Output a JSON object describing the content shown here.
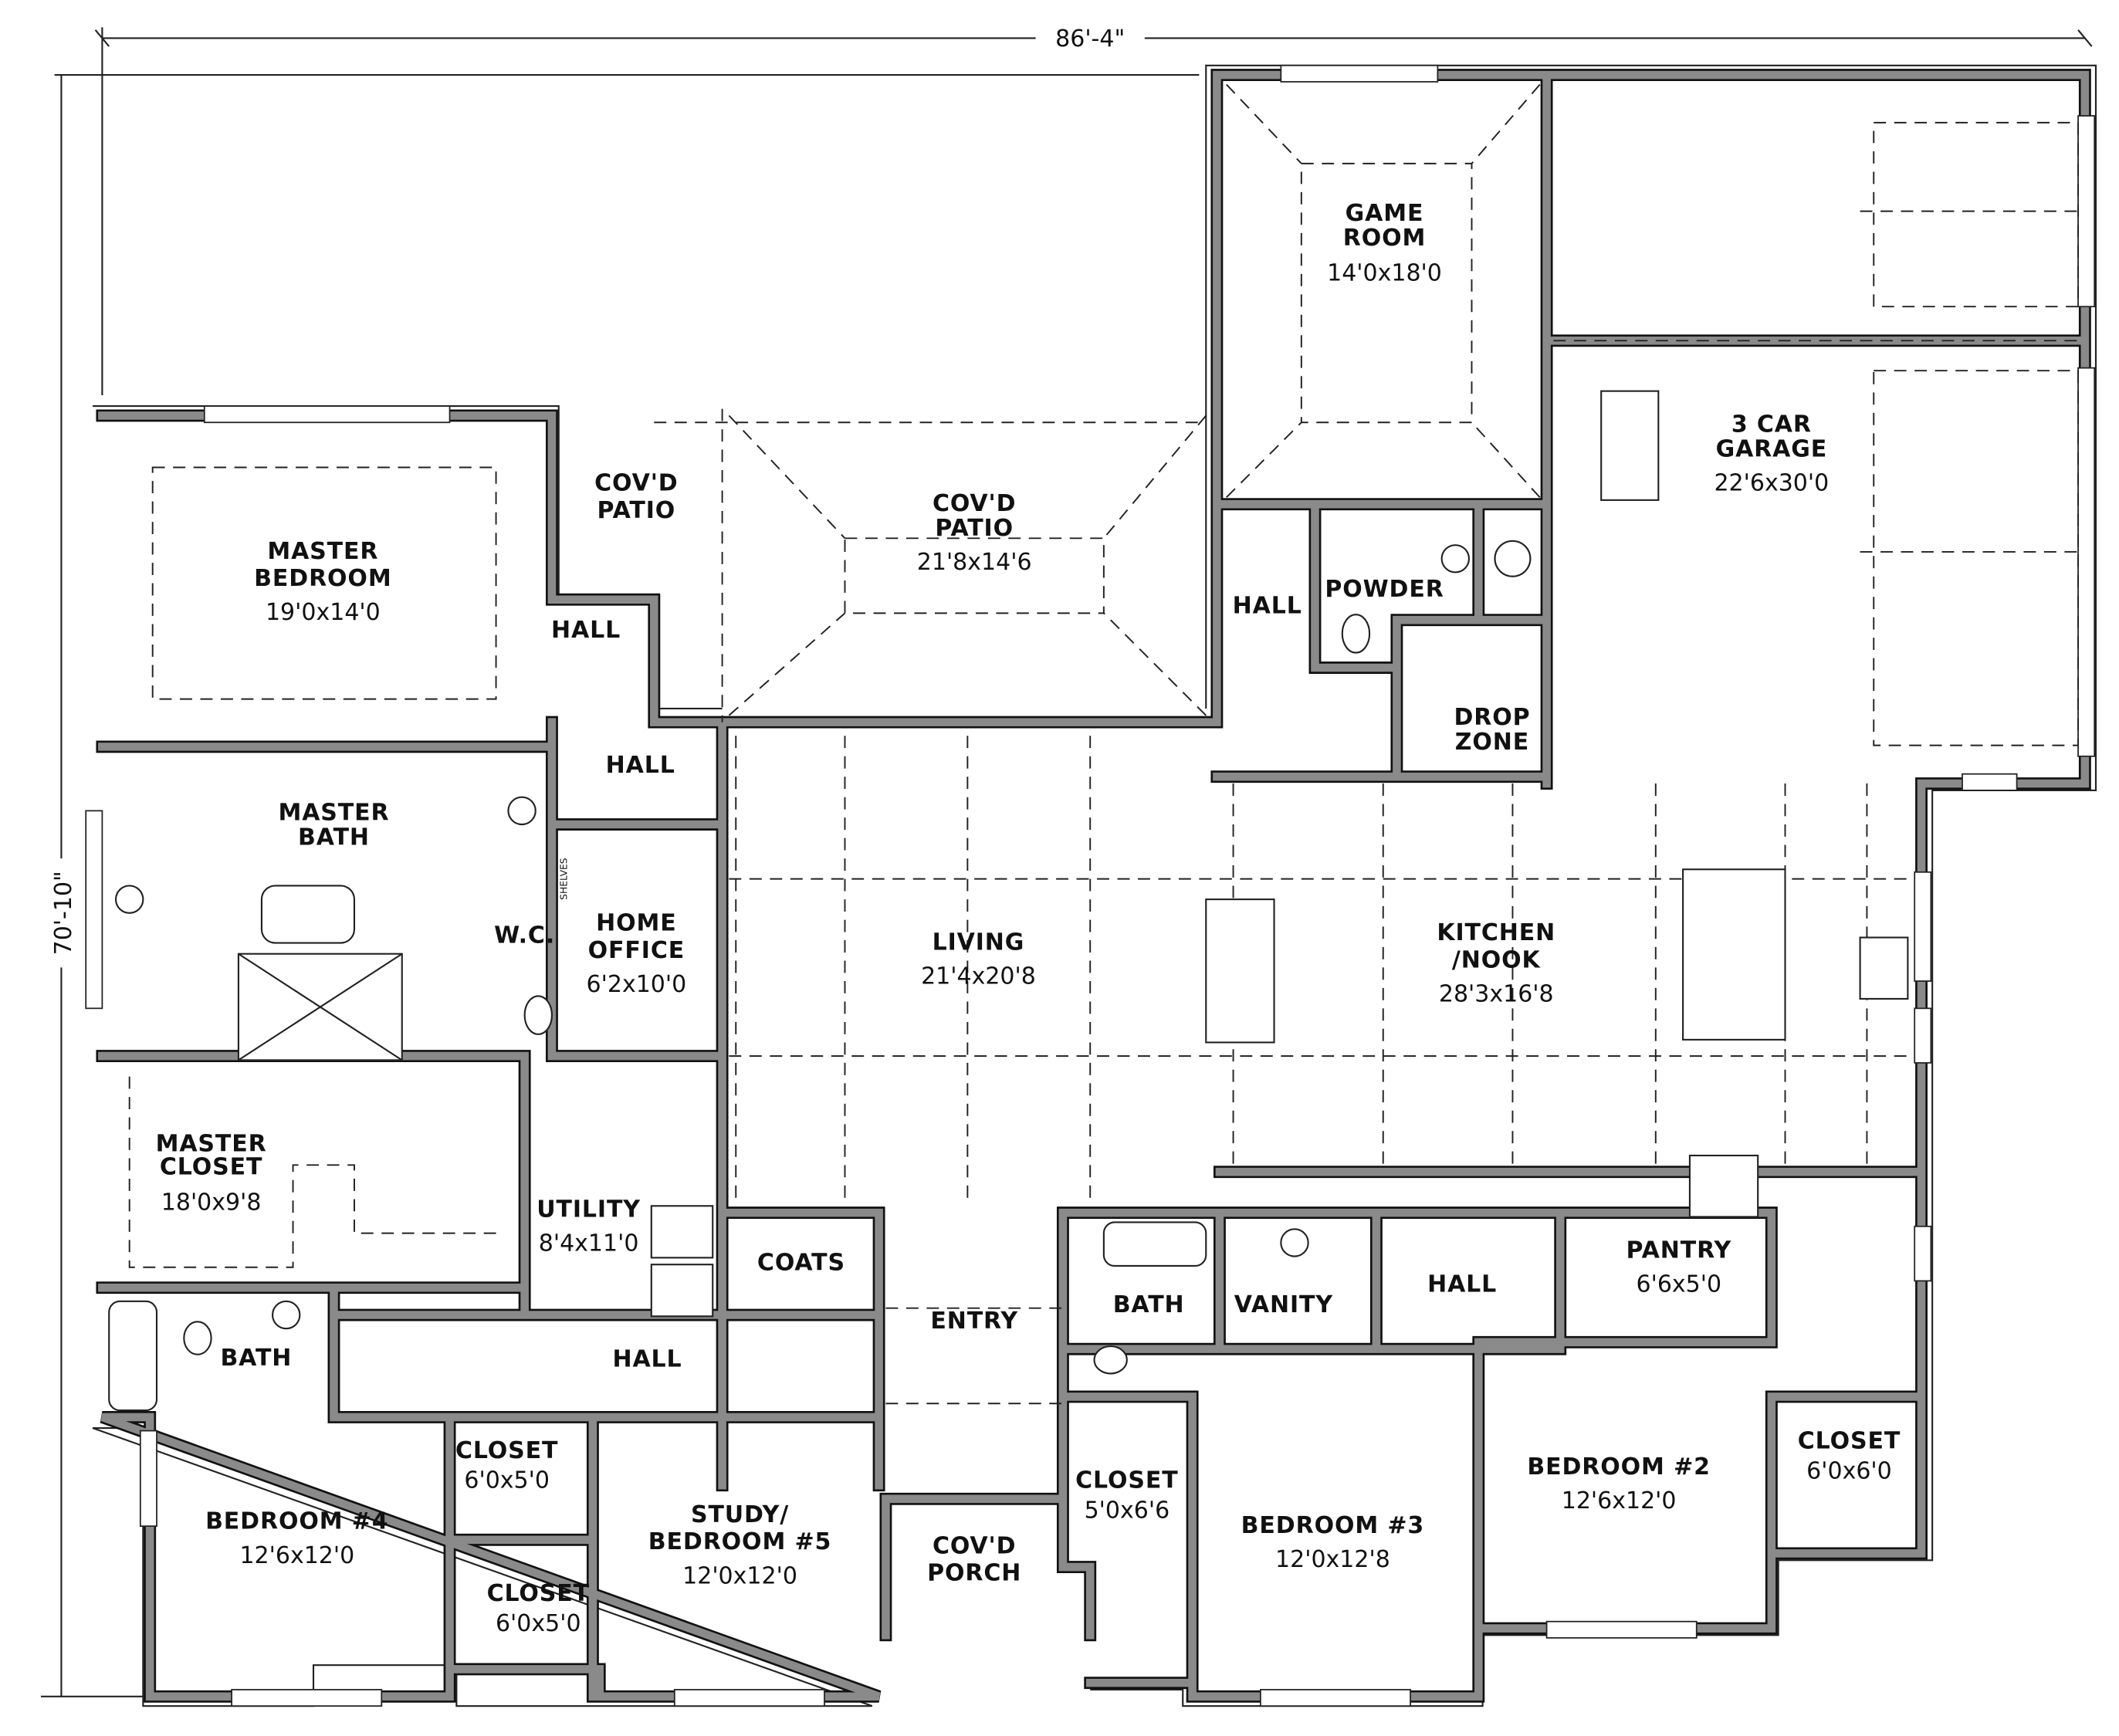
{
  "dimensions": {
    "width": "86'-4\"",
    "depth": "70'-10\""
  },
  "rooms": {
    "master_bedroom": {
      "name1": "MASTER",
      "name2": "BEDROOM",
      "size": "19'0x14'0"
    },
    "hall_master": {
      "name1": "HALL"
    },
    "covd_patio_small": {
      "name1": "COV'D",
      "name2": "PATIO"
    },
    "covd_patio": {
      "name1": "COV'D",
      "name2": "PATIO",
      "size": "21'8x14'6"
    },
    "game_room": {
      "name1": "GAME",
      "name2": "ROOM",
      "size": "14'0x18'0"
    },
    "garage": {
      "name1": "3 CAR",
      "name2": "GARAGE",
      "size": "22'6x30'0"
    },
    "hall_game": {
      "name1": "HALL"
    },
    "powder": {
      "name1": "POWDER"
    },
    "drop_zone": {
      "name1": "DROP",
      "name2": "ZONE"
    },
    "hall_office": {
      "name1": "HALL"
    },
    "master_bath": {
      "name1": "MASTER",
      "name2": "BATH"
    },
    "wc": {
      "name1": "W.C."
    },
    "shelves": {
      "name1": "SHELVES"
    },
    "home_office": {
      "name1": "HOME",
      "name2": "OFFICE",
      "size": "6'2x10'0"
    },
    "living": {
      "name1": "LIVING",
      "size": "21'4x20'8"
    },
    "kitchen": {
      "name1": "KITCHEN",
      "name2": "/NOOK",
      "size": "28'3x16'8"
    },
    "master_closet": {
      "name1": "MASTER",
      "name2": "CLOSET",
      "size": "18'0x9'8"
    },
    "utility": {
      "name1": "UTILITY",
      "size": "8'4x11'0"
    },
    "coats": {
      "name1": "COATS"
    },
    "entry": {
      "name1": "ENTRY"
    },
    "bath_left": {
      "name1": "BATH"
    },
    "hall_bedrooms": {
      "name1": "HALL"
    },
    "bath_mid": {
      "name1": "BATH"
    },
    "vanity": {
      "name1": "VANITY"
    },
    "hall_right": {
      "name1": "HALL"
    },
    "pantry": {
      "name1": "PANTRY",
      "size": "6'6x5'0"
    },
    "bedroom4": {
      "name1": "BEDROOM #4",
      "size": "12'6x12'0"
    },
    "closet_a": {
      "name1": "CLOSET",
      "size": "6'0x5'0"
    },
    "closet_b": {
      "name1": "CLOSET",
      "size": "6'0x5'0"
    },
    "study": {
      "name1": "STUDY/",
      "name2": "BEDROOM #5",
      "size": "12'0x12'0"
    },
    "covd_porch": {
      "name1": "COV'D",
      "name2": "PORCH"
    },
    "closet_c": {
      "name1": "CLOSET",
      "size": "5'0x6'6"
    },
    "bedroom3": {
      "name1": "BEDROOM #3",
      "size": "12'0x12'8"
    },
    "bedroom2": {
      "name1": "BEDROOM #2",
      "size": "12'6x12'0"
    },
    "closet_d": {
      "name1": "CLOSET",
      "size": "6'0x6'0"
    }
  }
}
